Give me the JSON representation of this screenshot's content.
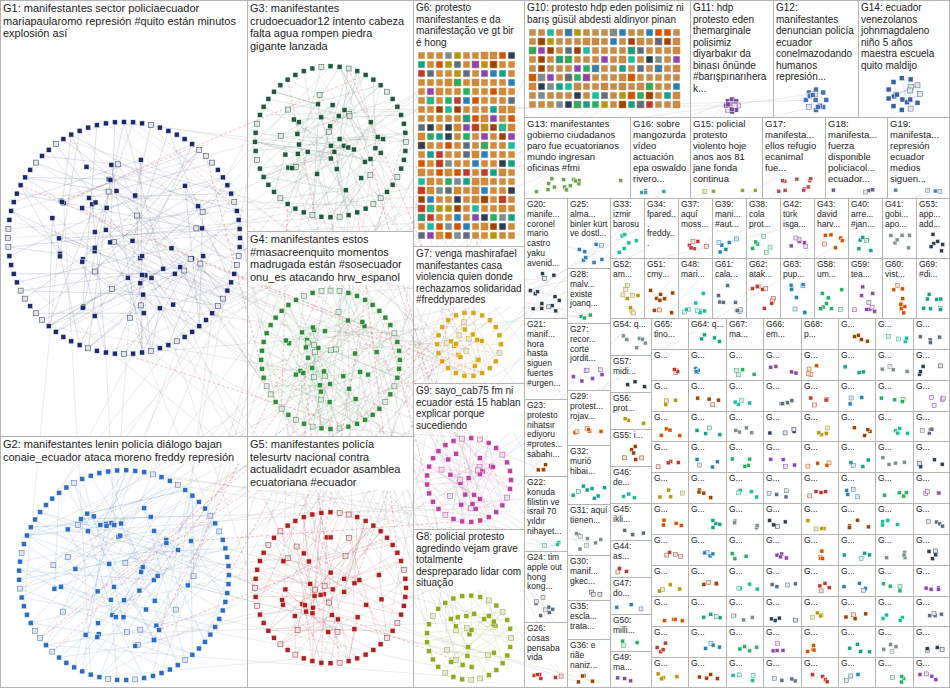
{
  "diagram": {
    "nodes": [
      {
        "text": [
          "G1: manifestantes sector policiaecuador mariapaularomo represión #quito están minutos explosión así"
        ]
      },
      {
        "text": [
          "G2: manifestantes lenin policía diálogo bajan conaie_ecuador ataca moreno freddy represión"
        ]
      },
      {
        "text": [
          "G3: manifestantes crudoecuador12 intento cabeza falta agua rompen piedra gigante lanzada"
        ]
      },
      {
        "text": [
          "G4: manifestantes estos #masacreenquito momentos madrugada están #sosecuador onu_es atacando hrw_espanol"
        ]
      },
      {
        "text": [
          "G5: manifestantes policía telesurtv nacional contra actualidadrt ecuador asamblea ecuatoriana #ecuador"
        ]
      },
      {
        "text": [
          "G6: protesto manifestantes e da manifestação ve gt bir é hong"
        ]
      },
      {
        "text": [
          "G7: venga mashirafael manifestantes casa violencia quien donde rechazamos solidaridad #freddyparedes"
        ]
      },
      {
        "text": [
          "G9: sayo_cab75 fm ni ecuador está 15 hablan explicar porque sucediendo"
        ]
      },
      {
        "text": [
          "G8: policial protesto agredindo vejam grave totalmente despreparado lidar com situação"
        ]
      },
      {
        "text": [
          "G10: protesto hdp eden polisimiz ni barış güsül abdesti aldinyor pinan"
        ]
      },
      {
        "text": [
          "G11: hdp protesto eden themarginale polisimiz diyarbakır da binası önünde #barışpınarıherak..."
        ]
      },
      {
        "text": [
          "G12: manifestantes denuncian policía ecuador conelmazodando humanos represión..."
        ]
      },
      {
        "text": [
          "G14: ecuador venezolanos johnmagdaleno niño 5 años maestra escuela quito maldijo"
        ]
      },
      {
        "text": [
          "G13: manifestantes gobierno ciudadanos paro fue ecuatorianos mundo ingresan oficinas #fmi"
        ]
      },
      {
        "text": [
          "G16: sobre mangozurda vídeo actuación epa oswaldo rivero..."
        ]
      },
      {
        "text": [
          "G15: policial protesto violento hoje anos aos 81 jane fonda continua"
        ]
      },
      {
        "text": [
          "G17: manifesta... ellos refugio ecanimal fue..."
        ]
      },
      {
        "text": [
          "G18: manifesta... fuerza disponible policiacol... ecuador..."
        ]
      },
      {
        "text": [
          "G19: manifesta... represión ecuador medios siguen..."
        ]
      },
      {
        "text": [
          "G20: manife... coronel mario castro yaku avenid..."
        ]
      },
      {
        "text": [
          "G21: manif... hora hasta siguen fuertes #urgen..."
        ]
      },
      {
        "text": [
          "G23: protesto nihatsır ediyoru #protes... sabahı..."
        ]
      },
      {
        "text": [
          "G22: konuda filistin ve israil 70 yıldır nihayet..."
        ]
      },
      {
        "text": [
          "G24: tim apple out hong kong..."
        ]
      },
      {
        "text": [
          "G26: cosas pensaba vida"
        ]
      },
      {
        "text": [
          "G25: alma... binler kürt ve dostl..."
        ]
      },
      {
        "text": [
          "G28: malv... existe joanq..."
        ]
      },
      {
        "text": [
          "G27: recor... corte jordit..."
        ]
      },
      {
        "text": [
          "G29: protest... rojav..."
        ]
      },
      {
        "text": [
          "G32: murió hibai..."
        ]
      },
      {
        "text": [
          "G31: aquí tienen..."
        ]
      },
      {
        "text": [
          "G30: manif... gkec..."
        ]
      },
      {
        "text": [
          "G35: escla... trata..."
        ]
      },
      {
        "text": [
          "G36: e riãe naniz..."
        ]
      },
      {
        "text": [
          "G33: izmir barosu"
        ]
      },
      {
        "text": [
          "G34: fpared... freddy..."
        ]
      },
      {
        "text": [
          "G37: aquí moss..."
        ]
      },
      {
        "text": [
          "G39: mani... #aut..."
        ]
      },
      {
        "text": [
          "G38: cola prot..."
        ]
      },
      {
        "text": [
          "G42: türk isga..."
        ]
      },
      {
        "text": [
          "G43: david harv..."
        ]
      },
      {
        "text": [
          "G40: arre... #jan..."
        ]
      },
      {
        "text": [
          "G41: gobi... apo..."
        ]
      },
      {
        "text": [
          "G53: app... add..."
        ]
      },
      {
        "text": [
          "G52: am..."
        ]
      },
      {
        "text": [
          "G51: cmy..."
        ]
      },
      {
        "text": [
          "G48: mari..."
        ]
      },
      {
        "text": [
          "G61: cala..."
        ]
      },
      {
        "text": [
          "G62: atak..."
        ]
      },
      {
        "text": [
          "G63: pup..."
        ]
      },
      {
        "text": [
          "G58: um..."
        ]
      },
      {
        "text": [
          "G59: tea..."
        ]
      },
      {
        "text": [
          "G60: vist..."
        ]
      },
      {
        "text": [
          "G69: #di..."
        ]
      },
      {
        "text": [
          "G54: q..."
        ]
      },
      {
        "text": [
          "G57: midi..."
        ]
      },
      {
        "text": [
          "G56: prot..."
        ]
      },
      {
        "text": [
          "G55: i..."
        ]
      },
      {
        "text": [
          "G46: de..."
        ]
      },
      {
        "text": [
          "G45: ikli..."
        ]
      },
      {
        "text": [
          "G44: as..."
        ]
      },
      {
        "text": [
          "G47: do..."
        ]
      },
      {
        "text": [
          "G50: milli..."
        ]
      },
      {
        "text": [
          "G49: ma..."
        ]
      },
      {
        "text": [
          "G65: tino..."
        ]
      },
      {
        "text": [
          "G64: q..."
        ]
      },
      {
        "text": [
          "G67: ma..."
        ]
      },
      {
        "text": [
          "G66: em..."
        ]
      },
      {
        "text": [
          "G68: p..."
        ]
      },
      {
        "text": [
          "G..."
        ]
      },
      {
        "text": [
          "G..."
        ]
      },
      {
        "text": [
          "G..."
        ]
      },
      {
        "text": [
          "G..."
        ]
      },
      {
        "text": [
          "G..."
        ]
      },
      {
        "text": [
          "G..."
        ]
      },
      {
        "text": [
          "G..."
        ]
      },
      {
        "text": [
          "G..."
        ]
      },
      {
        "text": [
          "G..."
        ]
      },
      {
        "text": [
          "G..."
        ]
      },
      {
        "text": [
          "G..."
        ]
      },
      {
        "text": [
          "G..."
        ]
      },
      {
        "text": [
          "G..."
        ]
      },
      {
        "text": [
          "G..."
        ]
      },
      {
        "text": [
          "G..."
        ]
      },
      {
        "text": [
          "G..."
        ]
      },
      {
        "text": [
          "G..."
        ]
      },
      {
        "text": [
          "G..."
        ]
      },
      {
        "text": [
          "G..."
        ]
      },
      {
        "text": [
          "G..."
        ]
      },
      {
        "text": [
          "G..."
        ]
      },
      {
        "text": [
          "G..."
        ]
      },
      {
        "text": [
          "G..."
        ]
      },
      {
        "text": [
          "G..."
        ]
      },
      {
        "text": [
          "G..."
        ]
      },
      {
        "text": [
          "G..."
        ]
      },
      {
        "text": [
          "G..."
        ]
      },
      {
        "text": [
          "G..."
        ]
      },
      {
        "text": [
          "G..."
        ]
      },
      {
        "text": [
          "G..."
        ]
      },
      {
        "text": [
          "G..."
        ]
      },
      {
        "text": [
          "G..."
        ]
      },
      {
        "text": [
          "G..."
        ]
      },
      {
        "text": [
          "G..."
        ]
      },
      {
        "text": [
          "G..."
        ]
      },
      {
        "text": [
          "G..."
        ]
      },
      {
        "text": [
          "G..."
        ]
      },
      {
        "text": [
          "G..."
        ]
      },
      {
        "text": [
          "G..."
        ]
      },
      {
        "text": [
          "G..."
        ]
      },
      {
        "text": [
          "G..."
        ]
      },
      {
        "text": [
          "G..."
        ]
      },
      {
        "text": [
          "G..."
        ]
      },
      {
        "text": [
          "G..."
        ]
      },
      {
        "text": [
          "G..."
        ]
      },
      {
        "text": [
          "G..."
        ]
      },
      {
        "text": [
          "G..."
        ]
      },
      {
        "text": [
          "G..."
        ]
      },
      {
        "text": [
          "G..."
        ]
      },
      {
        "text": [
          "G..."
        ]
      },
      {
        "text": [
          "G..."
        ]
      },
      {
        "text": [
          "G..."
        ]
      },
      {
        "text": [
          "G..."
        ]
      },
      {
        "text": [
          "G..."
        ]
      },
      {
        "text": [
          "G..."
        ]
      },
      {
        "text": [
          "G..."
        ]
      },
      {
        "text": [
          "G..."
        ]
      },
      {
        "text": [
          "G..."
        ]
      },
      {
        "text": [
          "G..."
        ]
      },
      {
        "text": [
          "G..."
        ]
      },
      {
        "text": [
          "G..."
        ]
      },
      {
        "text": [
          "G..."
        ]
      },
      {
        "text": [
          "G..."
        ]
      },
      {
        "text": [
          "G..."
        ]
      },
      {
        "text": [
          "G..."
        ]
      },
      {
        "text": [
          "G..."
        ]
      },
      {
        "text": [
          "G..."
        ]
      },
      {
        "text": [
          "G..."
        ]
      },
      {
        "text": [
          "G..."
        ]
      },
      {
        "text": [
          "G..."
        ]
      },
      {
        "text": [
          "G..."
        ]
      },
      {
        "text": [
          "G..."
        ]
      },
      {
        "text": [
          "G..."
        ]
      },
      {
        "text": [
          "G..."
        ]
      },
      {
        "text": [
          "G..."
        ]
      },
      {
        "text": [
          "G..."
        ]
      },
      {
        "text": [
          "G..."
        ]
      },
      {
        "text": [
          "G..."
        ]
      },
      {
        "text": [
          "G..."
        ]
      },
      {
        "text": [
          "G..."
        ]
      },
      {
        "text": [
          "G..."
        ]
      },
      {
        "text": [
          "G..."
        ]
      },
      {
        "text": [
          "G..."
        ]
      },
      {
        "text": [
          "G..."
        ]
      },
      {
        "text": [
          "G..."
        ]
      },
      {
        "text": [
          "G..."
        ]
      },
      {
        "text": [
          "G..."
        ]
      },
      {
        "text": [
          "G..."
        ]
      },
      {
        "text": [
          "G..."
        ]
      },
      {
        "text": [
          "G..."
        ]
      },
      {
        "text": [
          "G..."
        ]
      }
    ]
  }
}
